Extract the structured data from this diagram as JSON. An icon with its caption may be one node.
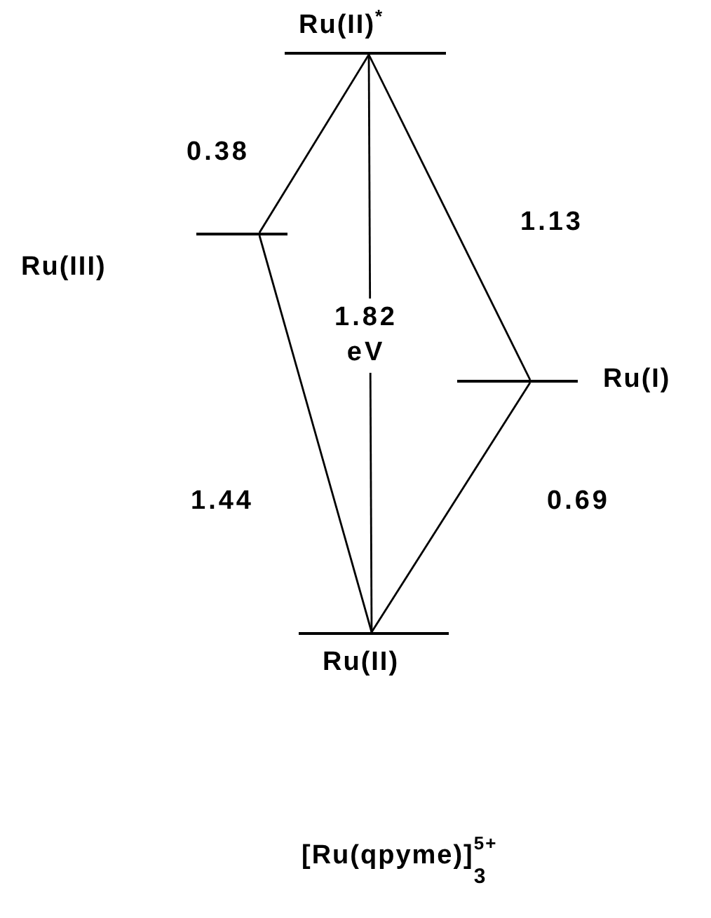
{
  "diagram": {
    "caption": "[Ru(qpyme)]$_{3}$$^{5+}$",
    "nodes": [
      {
        "text": [],
        "shape": "bar",
        "beside": [
          "Ru(II)$^{*}$"
        ]
      },
      {
        "text": [],
        "shape": "bar",
        "beside": [
          "Ru(III)"
        ]
      },
      {
        "text": [],
        "shape": "bar",
        "beside": [
          "Ru(I)"
        ]
      },
      {
        "text": [],
        "shape": "bar",
        "beside": [
          "Ru(II)"
        ]
      }
    ],
    "edges": [
      {
        "from": 0,
        "to": 1,
        "arrow": "none",
        "label": "0.38"
      },
      {
        "from": 0,
        "to": 2,
        "arrow": "none",
        "label": "1.13"
      },
      {
        "from": 0,
        "to": 3,
        "arrow": "none",
        "label": "1.82 eV"
      },
      {
        "from": 1,
        "to": 3,
        "arrow": "none",
        "label": "1.44"
      },
      {
        "from": 2,
        "to": 3,
        "arrow": "none",
        "label": "0.69"
      }
    ]
  }
}
